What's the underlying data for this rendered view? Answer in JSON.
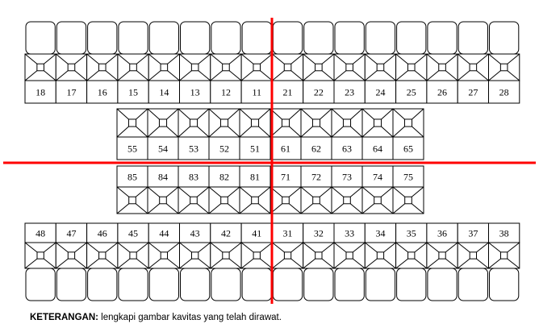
{
  "rows": {
    "upper_permanent": {
      "teeth": [
        "18",
        "17",
        "16",
        "15",
        "14",
        "13",
        "12",
        "11",
        "21",
        "22",
        "23",
        "24",
        "25",
        "26",
        "27",
        "28"
      ],
      "has_crown_boxes": true
    },
    "upper_primary": {
      "teeth": [
        "55",
        "54",
        "53",
        "52",
        "51",
        "61",
        "62",
        "63",
        "64",
        "65"
      ],
      "has_crown_boxes": false
    },
    "lower_primary": {
      "teeth": [
        "85",
        "84",
        "83",
        "82",
        "81",
        "71",
        "72",
        "73",
        "74",
        "75"
      ],
      "has_crown_boxes": false
    },
    "lower_permanent": {
      "teeth": [
        "48",
        "47",
        "46",
        "45",
        "44",
        "43",
        "42",
        "41",
        "31",
        "32",
        "33",
        "34",
        "35",
        "36",
        "37",
        "38"
      ],
      "has_crown_boxes": true
    }
  },
  "note": {
    "label": "KETERANGAN:",
    "text": " lengkapi gambar kavitas yang telah dirawat."
  },
  "colors": {
    "lines": "#000000",
    "divider": "#ff0000",
    "background": "#ffffff"
  }
}
